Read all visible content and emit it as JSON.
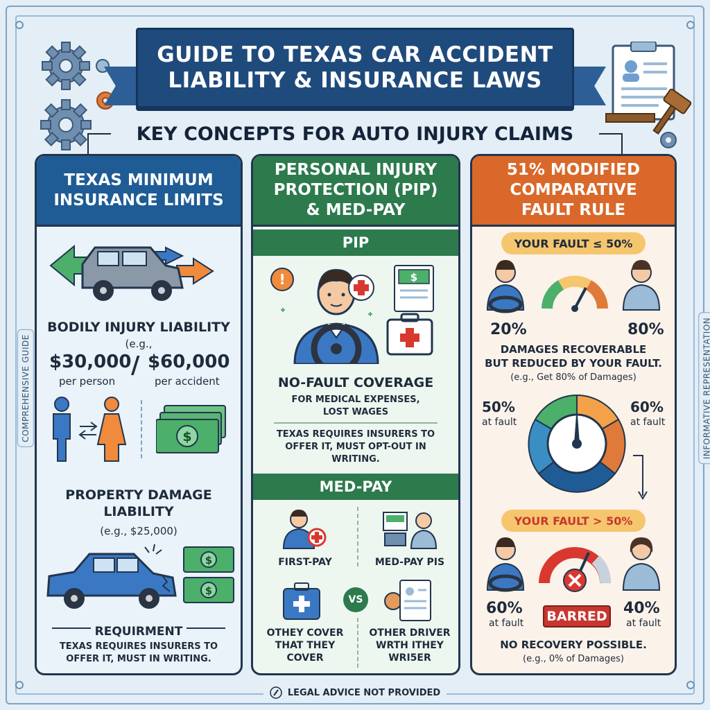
{
  "header": {
    "title_line1": "GUIDE TO TEXAS CAR ACCIDENT",
    "title_line2": "LIABILITY & INSURANCE LAWS",
    "subtitle": "KEY CONCEPTS FOR AUTO INJURY CLAIMS"
  },
  "side_labels": {
    "left": "COMPREHENSIVE GUIDE",
    "right": "INFORMATIVE REPRESENTATION"
  },
  "col1": {
    "heading_line1": "TEXAS MINIMUM",
    "heading_line2": "INSURANCE LIMITS",
    "bodily_title": "BODILY INJURY LIABILITY",
    "bodily_eg": "(e.g.,",
    "per_person_amount": "$30,000",
    "separator": "/",
    "per_accident_amount": "$60,000",
    "per_person_label": "per person",
    "per_accident_label": "per accident",
    "property_title_line1": "PROPERTY DAMAGE",
    "property_title_line2": "LIABILITY",
    "property_eg": "(e.g., $25,000)",
    "requirement_title": "REQUIRMENT",
    "requirement_line1": "TEXAS REQUIRES INSURERS TO",
    "requirement_line2": "OFFER IT, MUST IN WRITING."
  },
  "col2": {
    "heading_line1": "PERSONAL INJURY",
    "heading_line2": "PROTECTION (PIP)",
    "heading_line3": "& MED-PAY",
    "pip_band": "PIP",
    "nofault_title": "NO-FAULT COVERAGE",
    "nofault_line1": "FOR MEDICAL EXPENSES,",
    "nofault_line2": "LOST WAGES",
    "pip_req_line1": "TEXAS REQUIRES INSURERS TO",
    "pip_req_line2": "OFFER IT, MUST OPT-OUT IN",
    "pip_req_line3": "WRITING.",
    "medpay_band": "MED-PAY",
    "first_pay": "FIRST-PAY",
    "medpay_pis": "MED-PAY PIS",
    "vs": "VS",
    "left_cover_line1": "OTHEY COVER",
    "left_cover_line2": "THAT THEY",
    "left_cover_line3": "COVER",
    "right_cover_line1": "OTHER DRIVER",
    "right_cover_line2": "WRTH ITHEY",
    "right_cover_line3": "WRI5ER"
  },
  "col3": {
    "heading_line1": "51% MODIFIED",
    "heading_line2": "COMPARATIVE",
    "heading_line3": "FAULT RULE",
    "pill_under": "YOUR FAULT ≤ 50%",
    "pct_left_top": "20%",
    "pct_right_top": "80%",
    "recover_line1": "DAMAGES RECOVERABLE",
    "recover_line2": "BUT REDUCED BY YOUR FAULT.",
    "recover_eg": "(e.g., Get 80% of Damages)",
    "gauge_left_pct": "50%",
    "gauge_left_label": "at fault",
    "gauge_right_pct": "60%",
    "gauge_right_label": "at fault",
    "pill_over": "YOUR FAULT > 50%",
    "pct_left_bottom": "60%",
    "pct_left_bottom_label": "at fault",
    "barred": "BARRED",
    "pct_right_bottom": "40%",
    "pct_right_bottom_label": "at fault",
    "norecovery": "NO RECOVERY POSSIBLE.",
    "norecovery_eg": "(e.g., 0% of Damages)"
  },
  "footer": {
    "text": "LEGAL ADVICE NOT PROVIDED"
  },
  "colors": {
    "navy": "#1f4a7c",
    "blue_col": "#1f5c95",
    "green_col": "#2d7a4d",
    "orange_col": "#d9682a",
    "red": "#c7372f",
    "money_green": "#4caf6a"
  }
}
